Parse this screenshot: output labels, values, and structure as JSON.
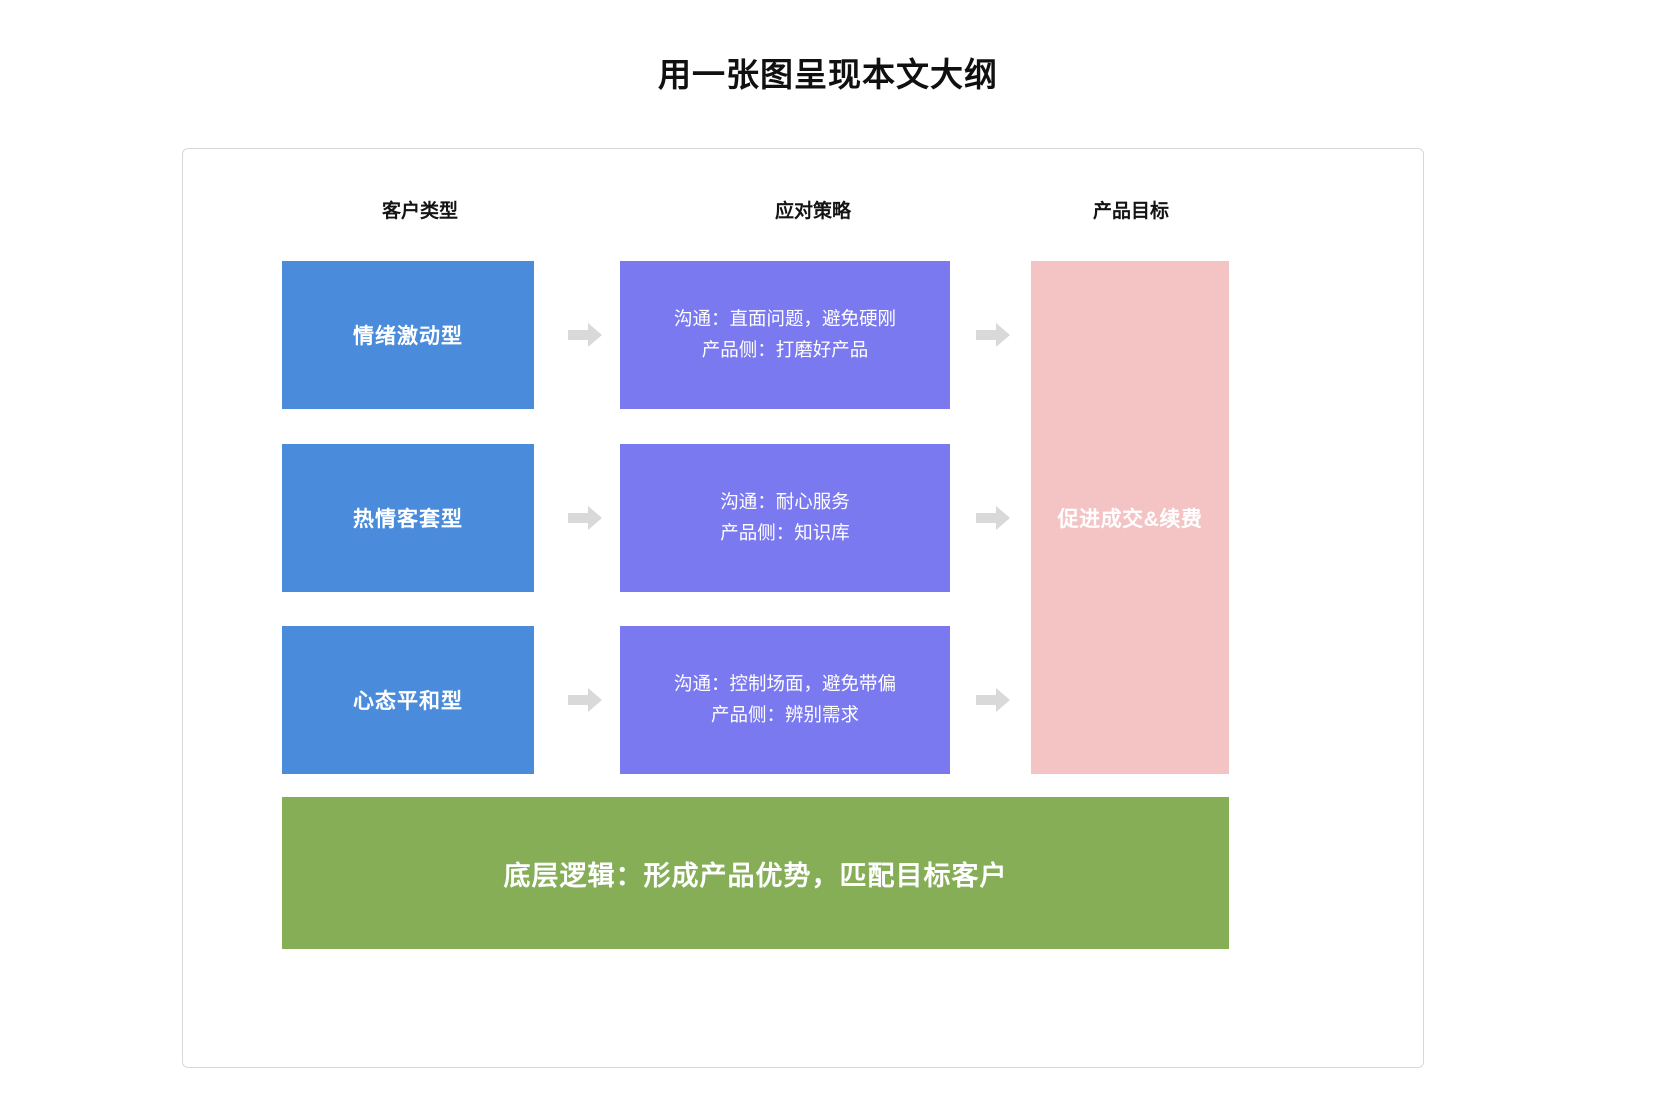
{
  "title": "用一张图呈现本文大纲",
  "columns": [
    {
      "label": "客户类型"
    },
    {
      "label": "应对策略"
    },
    {
      "label": "产品目标"
    }
  ],
  "rows": [
    {
      "customer_type": "情绪激动型",
      "strategy_line1": "沟通：直面问题，避免硬刚",
      "strategy_line2": "产品侧：打磨好产品"
    },
    {
      "customer_type": "热情客套型",
      "strategy_line1": "沟通：耐心服务",
      "strategy_line2": "产品侧：知识库"
    },
    {
      "customer_type": "心态平和型",
      "strategy_line1": "沟通：控制场面，避免带偏",
      "strategy_line2": "产品侧：辨别需求"
    }
  ],
  "goal": {
    "label": "促进成交&续费"
  },
  "footer": {
    "label": "底层逻辑：形成产品优势，匹配目标客户"
  },
  "colors": {
    "customer_box": "#4a8cdb",
    "strategy_box": "#7b79f0",
    "goal_box": "#f4c3c4",
    "footer_bar": "#85ae57",
    "arrow": "#d9d9d9",
    "frame_border": "#d8d8d8",
    "title_text": "#101010"
  },
  "icons": {
    "arrow": "right-arrow-icon"
  }
}
